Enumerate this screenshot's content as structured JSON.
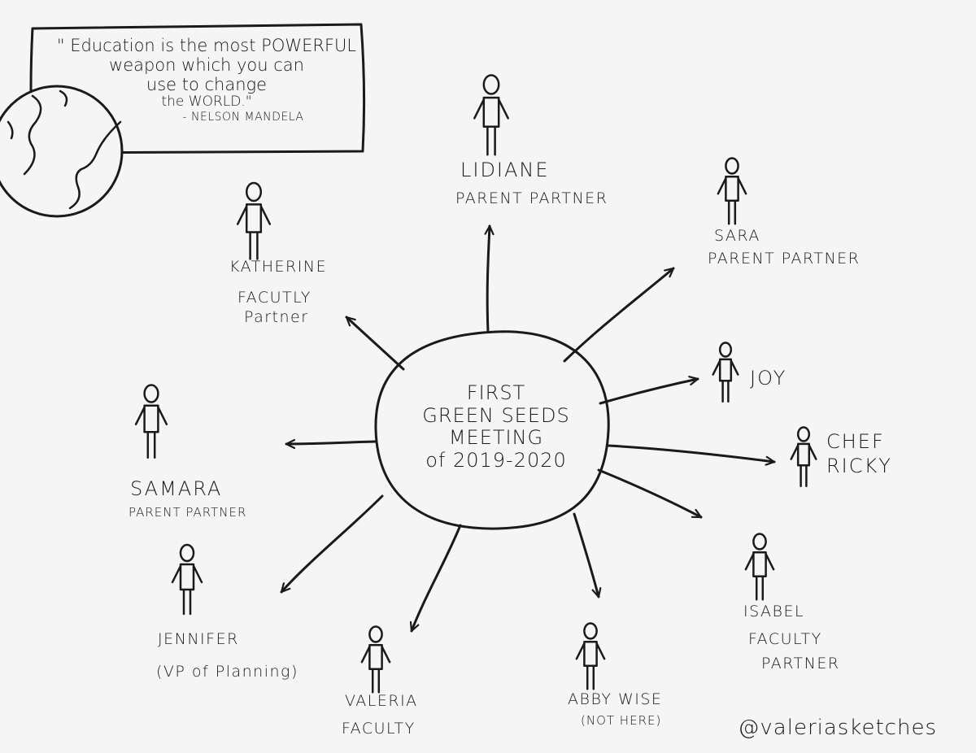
{
  "quote": {
    "line1": "\" Education is the most POWERFUL",
    "line2": "weapon which you can",
    "line3": "use to change",
    "line4": "the WORLD.\"",
    "attribution": "- NELSON MANDELA"
  },
  "center": {
    "line1": "FIRST",
    "line2": "GREEN SEEDS",
    "line3": "MEETING",
    "line4": "of 2019-2020"
  },
  "people": {
    "lidiane": {
      "name": "LIDIANE",
      "role": "PARENT PARTNER"
    },
    "sara": {
      "name": "SARA",
      "role": "PARENT PARTNER"
    },
    "katherine": {
      "name": "KATHERINE",
      "role_line1": "FACUTLY",
      "role_line2": "Partner"
    },
    "joy": {
      "name": "JOY"
    },
    "ricky": {
      "name_line1": "CHEF",
      "name_line2": "RICKY"
    },
    "samara": {
      "name": "SAMARA",
      "role": "PARENT PARTNER"
    },
    "isabel": {
      "name": "ISABEL",
      "role_line1": "FACULTY",
      "role_line2": "PARTNER"
    },
    "jennifer": {
      "name": "JENNIFER",
      "role": "(VP of Planning)"
    },
    "valeria": {
      "name": "VALERIA",
      "role": "FACULTY"
    },
    "abby": {
      "name": "ABBY WISE",
      "note": "(NOT HERE)"
    }
  },
  "signature": "@valeriasketches",
  "colors": {
    "ink": "#1a1a1a",
    "paper": "#f5f5f5"
  }
}
